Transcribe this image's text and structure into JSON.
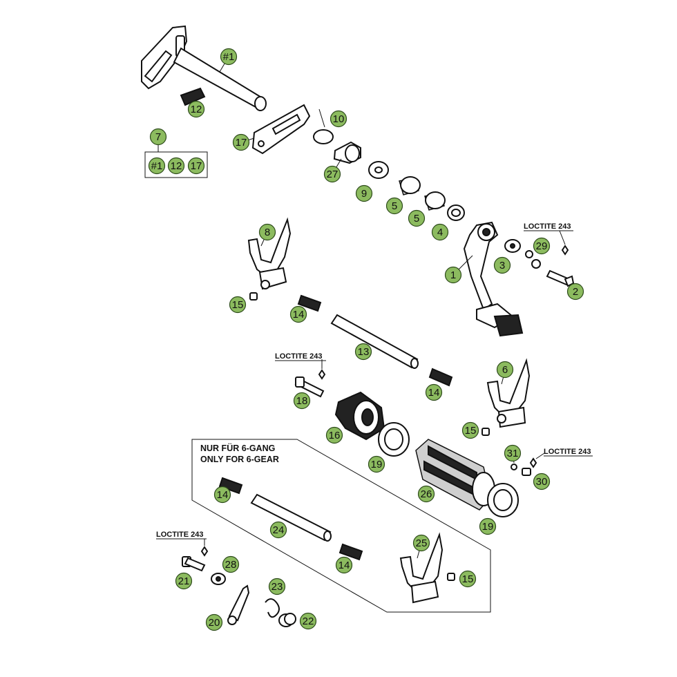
{
  "callouts": [
    {
      "id": "#1"
    },
    {
      "id": "12"
    },
    {
      "id": "10"
    },
    {
      "id": "17"
    },
    {
      "id": "7"
    },
    {
      "id": "#1"
    },
    {
      "id": "12"
    },
    {
      "id": "17"
    },
    {
      "id": "27"
    },
    {
      "id": "9"
    },
    {
      "id": "5"
    },
    {
      "id": "5"
    },
    {
      "id": "4"
    },
    {
      "id": "8"
    },
    {
      "id": "29"
    },
    {
      "id": "3"
    },
    {
      "id": "1"
    },
    {
      "id": "2"
    },
    {
      "id": "15"
    },
    {
      "id": "14"
    },
    {
      "id": "13"
    },
    {
      "id": "6"
    },
    {
      "id": "18"
    },
    {
      "id": "14"
    },
    {
      "id": "16"
    },
    {
      "id": "15"
    },
    {
      "id": "31"
    },
    {
      "id": "19"
    },
    {
      "id": "26"
    },
    {
      "id": "30"
    },
    {
      "id": "19"
    },
    {
      "id": "14"
    },
    {
      "id": "24"
    },
    {
      "id": "25"
    },
    {
      "id": "14"
    },
    {
      "id": "28"
    },
    {
      "id": "21"
    },
    {
      "id": "23"
    },
    {
      "id": "15"
    },
    {
      "id": "20"
    },
    {
      "id": "22"
    }
  ],
  "notes": {
    "loctite_1": "LOCTITE 243",
    "loctite_2": "LOCTITE 243",
    "loctite_3": "LOCTITE 243",
    "loctite_4": "LOCTITE 243",
    "box_line1": "NUR FÜR 6-GANG",
    "box_line2": "ONLY FOR 6-GEAR"
  }
}
